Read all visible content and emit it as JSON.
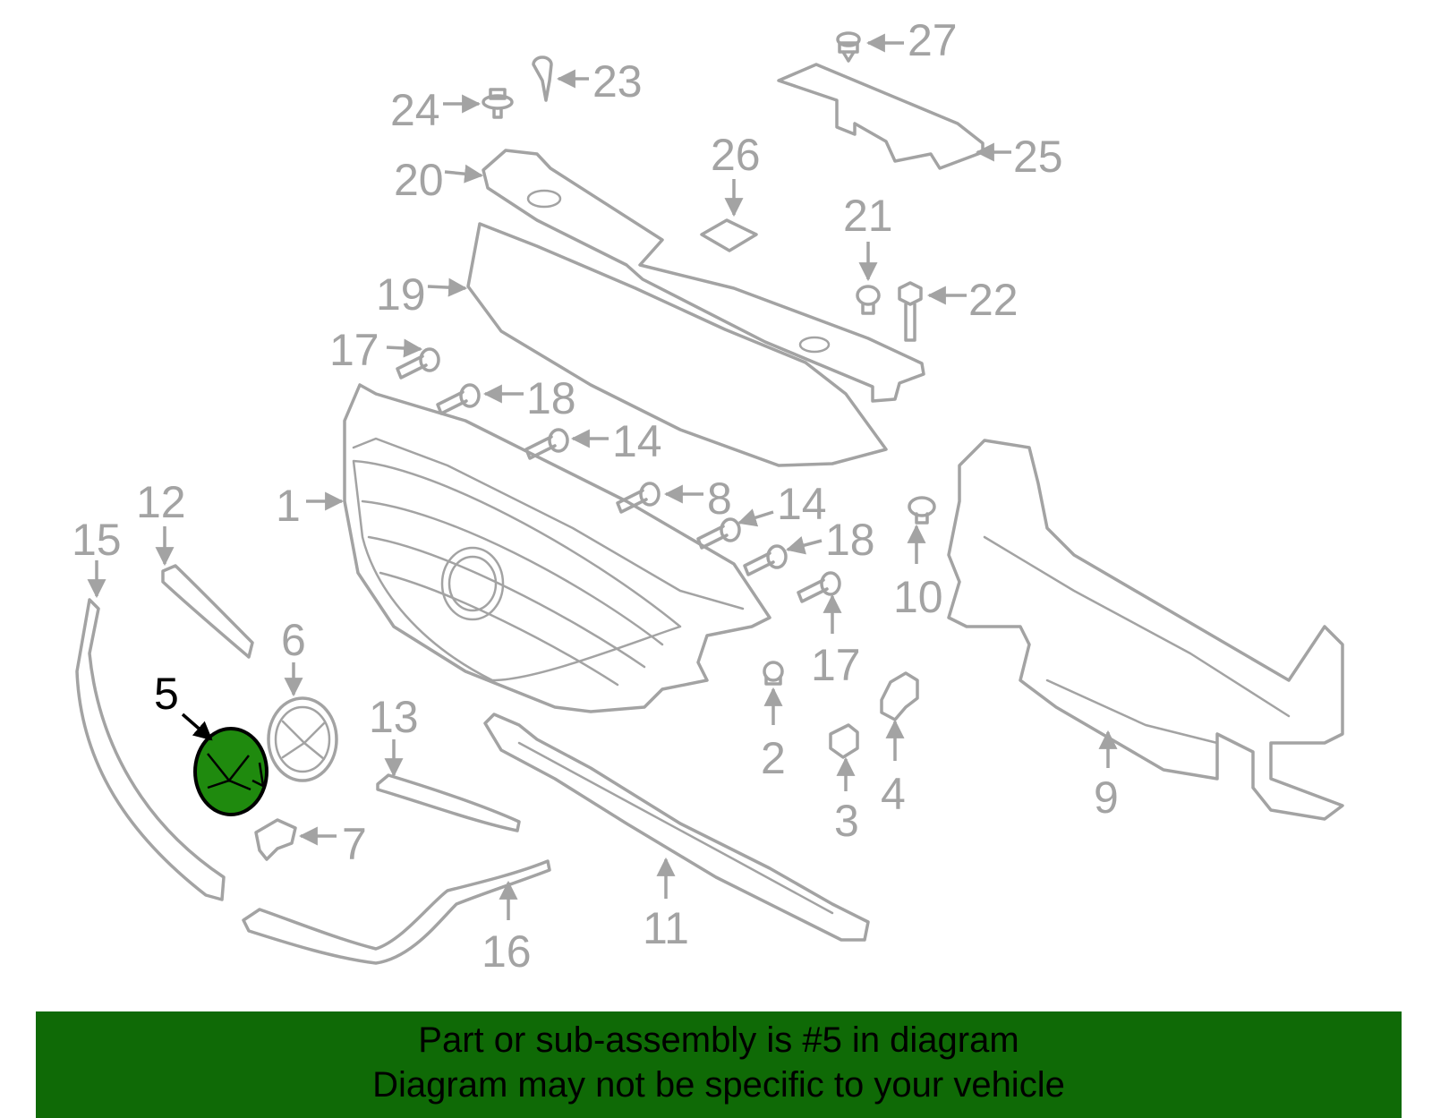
{
  "diagram": {
    "callouts": [
      "1",
      "2",
      "3",
      "4",
      "5",
      "6",
      "7",
      "8",
      "9",
      "10",
      "11",
      "12",
      "13",
      "14",
      "14",
      "15",
      "16",
      "17",
      "17",
      "18",
      "18",
      "19",
      "20",
      "21",
      "22",
      "23",
      "24",
      "25",
      "26",
      "27"
    ]
  },
  "banner": {
    "line1": "Part or sub-assembly is #5 in diagram",
    "line2": "Diagram may not be specific to your vehicle"
  },
  "colors": {
    "linework": "#a3a3a3",
    "highlight_fill": "#1f8a0e",
    "banner_background": "#0f6a06",
    "banner_text": "#000000"
  }
}
